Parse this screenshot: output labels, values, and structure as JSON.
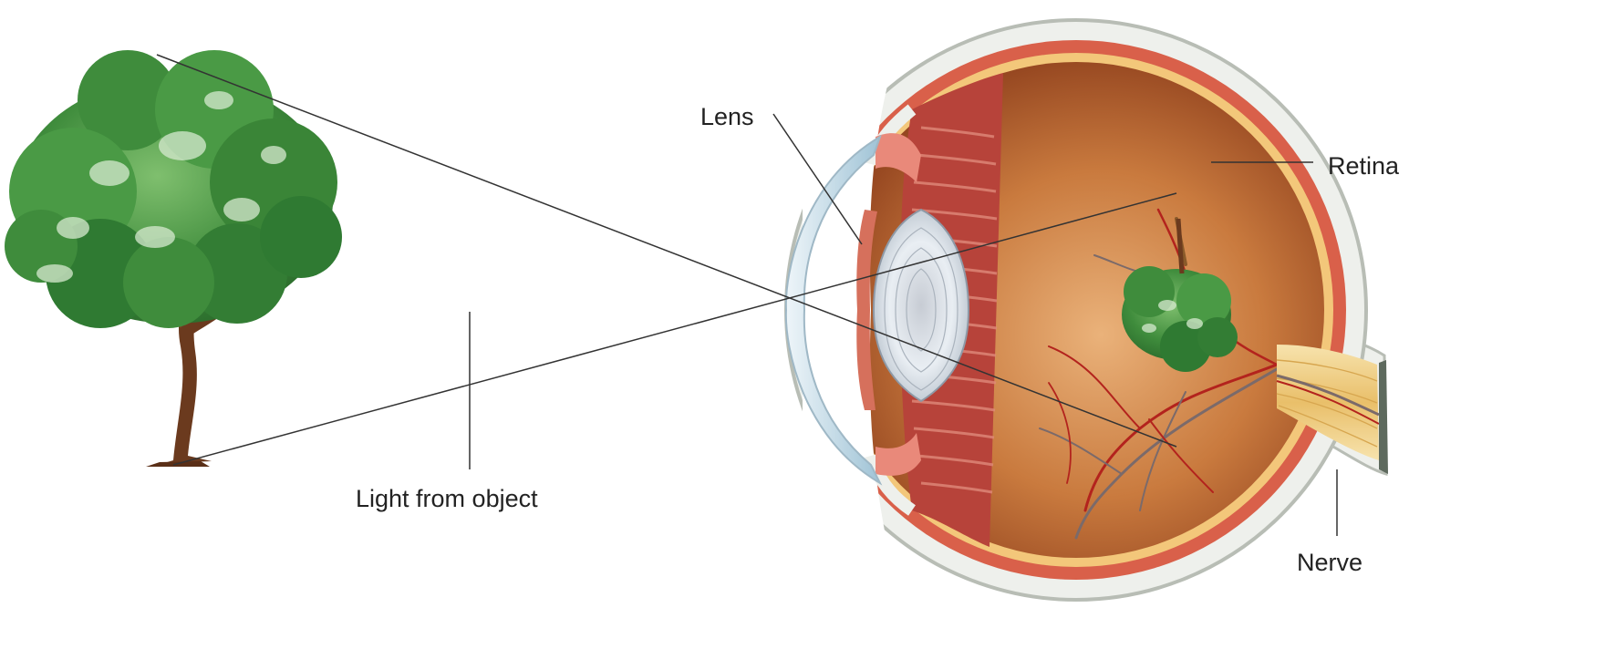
{
  "labels": {
    "lens": "Lens",
    "retina": "Retina",
    "nerve": "Nerve",
    "light": "Light from object"
  },
  "colors": {
    "foliage_dark": "#2f7a32",
    "foliage_mid": "#4a9a45",
    "foliage_light": "#cfe6c6",
    "trunk": "#6b3a1e",
    "sclera": "#eef0ec",
    "choroid": "#d9604a",
    "retina_layer": "#f3c77a",
    "eye_interior": "#b8622c",
    "cornea": "#cfe3ee",
    "lens": "#e9eef3",
    "ciliary": "#b7433a",
    "nerve": "#f1d08a",
    "vessel_red": "#b3231d",
    "vessel_gray": "#7b6a6a",
    "ray": "#333333"
  }
}
